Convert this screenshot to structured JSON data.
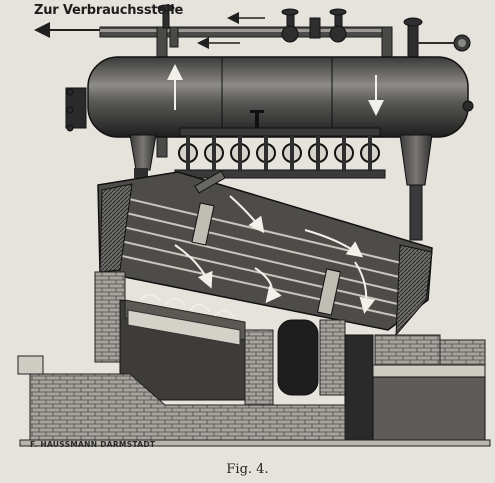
{
  "figure": {
    "flow_label": "Zur Verbrauchsstelle",
    "engraver_signature": "F. HAUSSMANN DARMSTADT",
    "caption": "Fig. 4."
  },
  "colors": {
    "paper": "#e6e3dc",
    "ink": "#1f1f1f",
    "dark_metal": "#2e2e2e",
    "mid_metal": "#6a6a6a",
    "light_metal": "#bdbab2",
    "brick": "#8c8a84"
  }
}
